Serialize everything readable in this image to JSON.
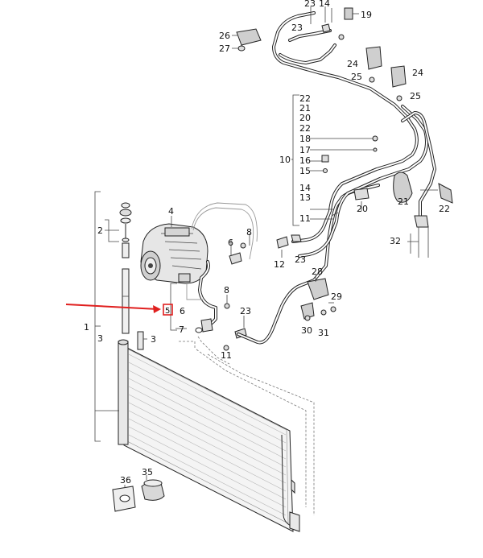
{
  "diagram": {
    "labels": [
      "1",
      "2",
      "3",
      "3",
      "4",
      "5",
      "6",
      "6",
      "7",
      "8",
      "8",
      "10",
      "11",
      "11",
      "12",
      "13",
      "14",
      "14",
      "15",
      "16",
      "17",
      "18",
      "19",
      "20",
      "20",
      "21",
      "21",
      "22",
      "22",
      "22",
      "23",
      "23",
      "23",
      "23",
      "24",
      "24",
      "25",
      "25",
      "26",
      "27",
      "28",
      "29",
      "30",
      "31",
      "32",
      "35",
      "36"
    ],
    "highlight_label": "5",
    "colors": {
      "highlight": "#e0201f",
      "ink": "#222222"
    }
  }
}
